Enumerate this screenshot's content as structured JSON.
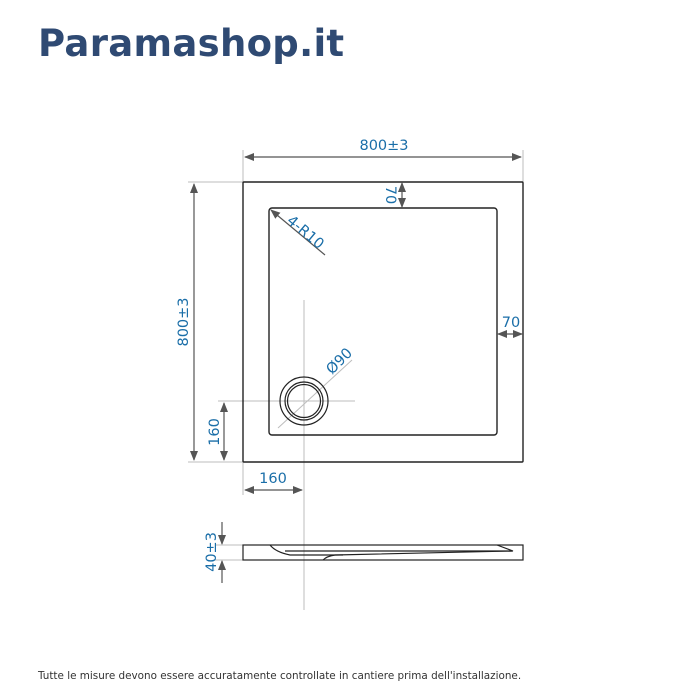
{
  "header": {
    "brand": "Paramashop.it"
  },
  "colors": {
    "brand": "#2f4a73",
    "dimension_text": "#1a6ea8",
    "outline": "#222222",
    "guide": "#bbbbbb",
    "arrow": "#555555"
  },
  "drawing": {
    "top_view": {
      "width_label": "800±3",
      "height_label": "800±3",
      "rim_top_label": "70",
      "rim_right_label": "70",
      "corner_radius_label": "4-R10",
      "drain_diameter_label": "Ø90",
      "drain_offset_x_label": "160",
      "drain_offset_y_label": "160"
    },
    "side_view": {
      "thickness_label": "40±3"
    }
  },
  "footer": {
    "note": "Tutte le misure devono essere accuratamente controllate in cantiere prima dell'installazione."
  }
}
